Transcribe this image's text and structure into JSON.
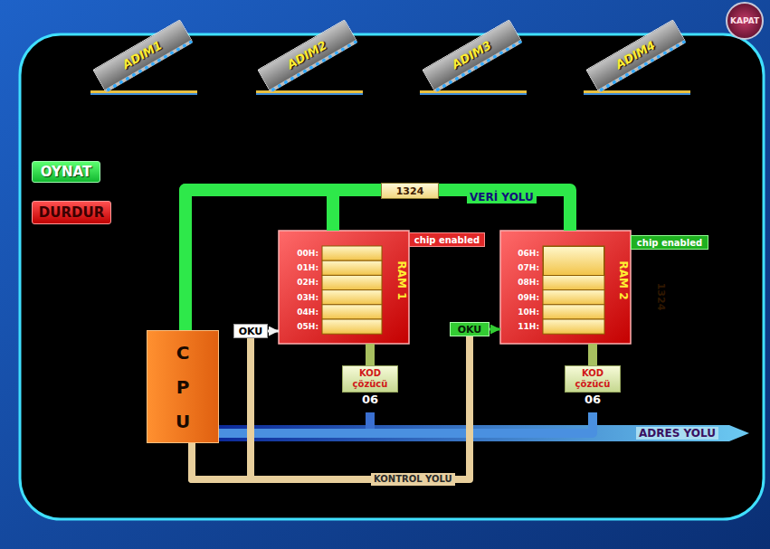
{
  "diagram": {
    "nodes": [
      {
        "text": [
          "ADIM1"
        ]
      },
      {
        "text": [
          "ADIM2"
        ]
      },
      {
        "text": [
          "ADIM3"
        ]
      },
      {
        "text": [
          "ADIM4"
        ]
      },
      {
        "text": [
          "KAPAT"
        ]
      },
      {
        "text": [
          "OYNAT"
        ]
      },
      {
        "text": [
          "DURDUR"
        ]
      },
      {
        "text": [
          "1324"
        ]
      },
      {
        "text": [
          "RAM 1"
        ]
      },
      {
        "text": [
          "chip enabled"
        ]
      },
      {
        "text": [
          "OKU"
        ]
      },
      {
        "text": [
          "KOD çözücü",
          "06"
        ]
      },
      {
        "text": [
          "RAM 2"
        ]
      },
      {
        "text": [
          "1324"
        ],
        "in": 12
      },
      {
        "text": [
          "chip enabled"
        ]
      },
      {
        "text": [
          "OKU"
        ]
      },
      {
        "text": [
          "KOD çözücü",
          "06"
        ]
      },
      {
        "text": [
          "C P U"
        ]
      }
    ],
    "edges": [
      {
        "from": 17,
        "to": 8,
        "arrow": "none"
      },
      {
        "from": 17,
        "to": 12,
        "arrow": "none"
      },
      {
        "from": 8,
        "to": 11,
        "arrow": "none"
      },
      {
        "from": 12,
        "to": 16,
        "arrow": "none"
      },
      {
        "from": 17,
        "to": 11,
        "arrow": "none"
      },
      {
        "from": 17,
        "to": 16,
        "arrow": "none"
      },
      {
        "from": 17,
        "to": 10,
        "arrow": "none"
      },
      {
        "from": 17,
        "to": 15,
        "arrow": "none"
      },
      {
        "from": 10,
        "to": 8,
        "arrow": "to"
      },
      {
        "from": 15,
        "to": 12,
        "arrow": "to"
      }
    ],
    "labels": [
      "VERİ YOLU",
      "00H:",
      "01H:",
      "02H:",
      "03H:",
      "04H:",
      "05H:",
      "06H:",
      "07H:",
      "08H:",
      "09H:",
      "10H:",
      "11H:",
      "ADRES YOLU",
      "KONTROL YOLU"
    ]
  }
}
